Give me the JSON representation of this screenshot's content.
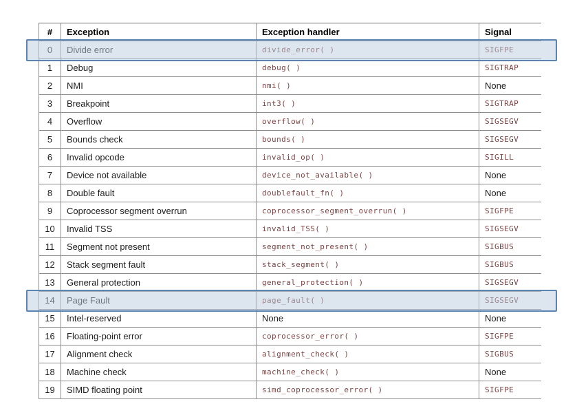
{
  "table": {
    "columns": [
      {
        "label": "#"
      },
      {
        "label": "Exception"
      },
      {
        "label": "Exception handler"
      },
      {
        "label": "Signal"
      }
    ],
    "rows": [
      {
        "num": "0",
        "exception": "Divide error",
        "handler": "divide_error( )",
        "handler_mono": true,
        "signal": "SIGFPE",
        "signal_mono": true
      },
      {
        "num": "1",
        "exception": "Debug",
        "handler": "debug( )",
        "handler_mono": true,
        "signal": "SIGTRAP",
        "signal_mono": true
      },
      {
        "num": "2",
        "exception": "NMI",
        "handler": "nmi( )",
        "handler_mono": true,
        "signal": "None",
        "signal_mono": false
      },
      {
        "num": "3",
        "exception": "Breakpoint",
        "handler": "int3( )",
        "handler_mono": true,
        "signal": "SIGTRAP",
        "signal_mono": true
      },
      {
        "num": "4",
        "exception": "Overflow",
        "handler": "overflow( )",
        "handler_mono": true,
        "signal": "SIGSEGV",
        "signal_mono": true
      },
      {
        "num": "5",
        "exception": "Bounds check",
        "handler": "bounds( )",
        "handler_mono": true,
        "signal": "SIGSEGV",
        "signal_mono": true
      },
      {
        "num": "6",
        "exception": "Invalid opcode",
        "handler": "invalid_op( )",
        "handler_mono": true,
        "signal": "SIGILL",
        "signal_mono": true
      },
      {
        "num": "7",
        "exception": "Device not available",
        "handler": "device_not_available( )",
        "handler_mono": true,
        "signal": "None",
        "signal_mono": false
      },
      {
        "num": "8",
        "exception": "Double fault",
        "handler": "doublefault_fn( )",
        "handler_mono": true,
        "signal": "None",
        "signal_mono": false
      },
      {
        "num": "9",
        "exception": "Coprocessor segment overrun",
        "handler": "coprocessor_segment_overrun( )",
        "handler_mono": true,
        "signal": "SIGFPE",
        "signal_mono": true
      },
      {
        "num": "10",
        "exception": "Invalid TSS",
        "handler": "invalid_TSS( )",
        "handler_mono": true,
        "signal": "SIGSEGV",
        "signal_mono": true
      },
      {
        "num": "11",
        "exception": "Segment not present",
        "handler": "segment_not_present( )",
        "handler_mono": true,
        "signal": "SIGBUS",
        "signal_mono": true
      },
      {
        "num": "12",
        "exception": "Stack segment fault",
        "handler": "stack_segment( )",
        "handler_mono": true,
        "signal": "SIGBUS",
        "signal_mono": true
      },
      {
        "num": "13",
        "exception": "General protection",
        "handler": "general_protection( )",
        "handler_mono": true,
        "signal": "SIGSEGV",
        "signal_mono": true
      },
      {
        "num": "14",
        "exception": "Page Fault",
        "handler": "page_fault( )",
        "handler_mono": true,
        "signal": "SIGSEGV",
        "signal_mono": true
      },
      {
        "num": "15",
        "exception": "Intel-reserved",
        "handler": "None",
        "handler_mono": false,
        "signal": "None",
        "signal_mono": false
      },
      {
        "num": "16",
        "exception": "Floating-point error",
        "handler": "coprocessor_error( )",
        "handler_mono": true,
        "signal": "SIGFPE",
        "signal_mono": true
      },
      {
        "num": "17",
        "exception": "Alignment check",
        "handler": "alignment_check( )",
        "handler_mono": true,
        "signal": "SIGBUS",
        "signal_mono": true
      },
      {
        "num": "18",
        "exception": "Machine check",
        "handler": "machine_check( )",
        "handler_mono": true,
        "signal": "None",
        "signal_mono": false
      },
      {
        "num": "19",
        "exception": "SIMD floating point",
        "handler": "simd_coprocessor_error( )",
        "handler_mono": true,
        "signal": "SIGFPE",
        "signal_mono": true
      }
    ],
    "highlighted_rows": [
      0,
      14
    ],
    "colors": {
      "grid_line": "#8c8c8c",
      "text": "#1d1d1d",
      "mono_text": "#7c4343",
      "highlight_fill": "rgba(187,205,223,0.5)",
      "highlight_border": "rgba(85,128,176,0.95)"
    }
  }
}
